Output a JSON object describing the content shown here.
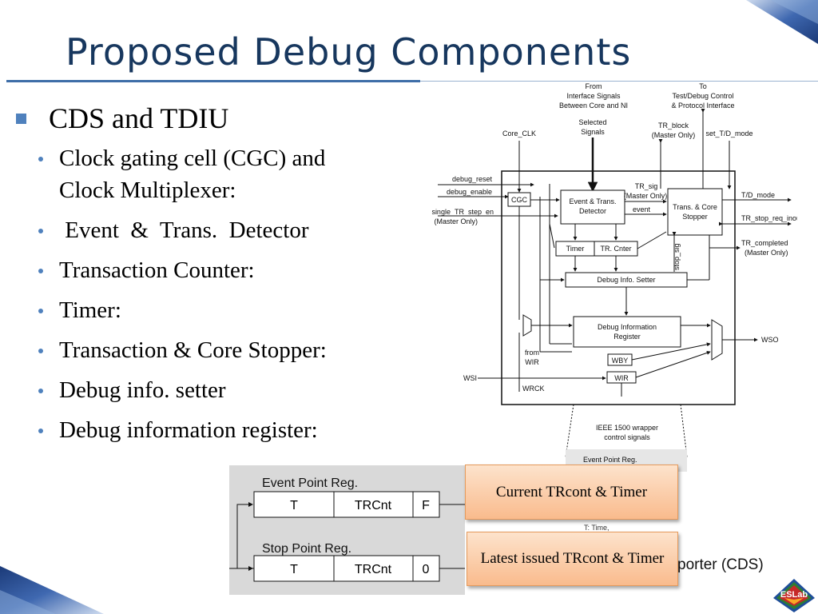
{
  "slide": {
    "title": "Proposed Debug Components",
    "bullets": {
      "main": "CDS and TDIU",
      "items": [
        "Clock gating cell (CGC) and Clock Multiplexer:",
        " Event  &  Trans.  Detector",
        "Transaction Counter:",
        "Timer:",
        "Transaction & Core Stopper:",
        "Debug info. setter",
        "Debug information register:"
      ]
    },
    "callouts": [
      "Current TRcont & Timer",
      "Latest issued TRcont & Timer"
    ],
    "caption_tail": "porter (CDS)",
    "logo_text": "ESLab"
  },
  "diagram": {
    "top_from": [
      "From",
      "Interface Signals",
      "Between Core and NI"
    ],
    "top_to": [
      "To",
      "Test/Debug Control",
      "& Protocol Interface"
    ],
    "core_clk": "Core_CLK",
    "selected": [
      "Selected",
      "Signals"
    ],
    "tr_block": [
      "TR_block",
      "(Master Only)"
    ],
    "set_td_mode": "set_T/D_mode",
    "left_inputs": {
      "debug_reset": "debug_reset",
      "debug_enable": "debug_enable",
      "single_step": [
        "single_TR_step_en",
        "(Master Only)"
      ],
      "wsi": "WSI"
    },
    "right_outputs": {
      "td_mode": "T/D_mode",
      "tr_stop": "TR_stop_req_inout",
      "tr_completed": [
        "TR_completed",
        "(Master Only)"
      ],
      "wso": "WSO"
    },
    "blocks": {
      "cgc": "CGC",
      "event_detector": [
        "Event & Trans.",
        "Detector"
      ],
      "stopper": [
        "Trans. & Core",
        "Stopper"
      ],
      "timer": "Timer",
      "tr_cnter": "TR. Cnter",
      "info_setter": "Debug Info. Setter",
      "info_register": [
        "Debug Information",
        "Register"
      ],
      "wby": "WBY",
      "wir": "WIR"
    },
    "signals": {
      "tr_sig": [
        "TR_sig",
        "(Master Only)"
      ],
      "event": "event",
      "stop_sig": "stop_sig",
      "from_wir": [
        "from",
        "WIR"
      ],
      "wrck": "WRCK"
    },
    "wrapper": [
      "IEEE 1500 wrapper",
      "control signals"
    ],
    "event_point_small": "Event Point Reg.",
    "t_time": "T: Time,"
  },
  "registers": {
    "event": {
      "title": "Event Point Reg.",
      "cells": [
        "T",
        "TRCnt",
        "F"
      ]
    },
    "stop": {
      "title": "Stop Point Reg.",
      "cells": [
        "T",
        "TRCnt",
        "0"
      ]
    }
  },
  "colors": {
    "title": "#17375e",
    "accent": "#4f81bd"
  }
}
